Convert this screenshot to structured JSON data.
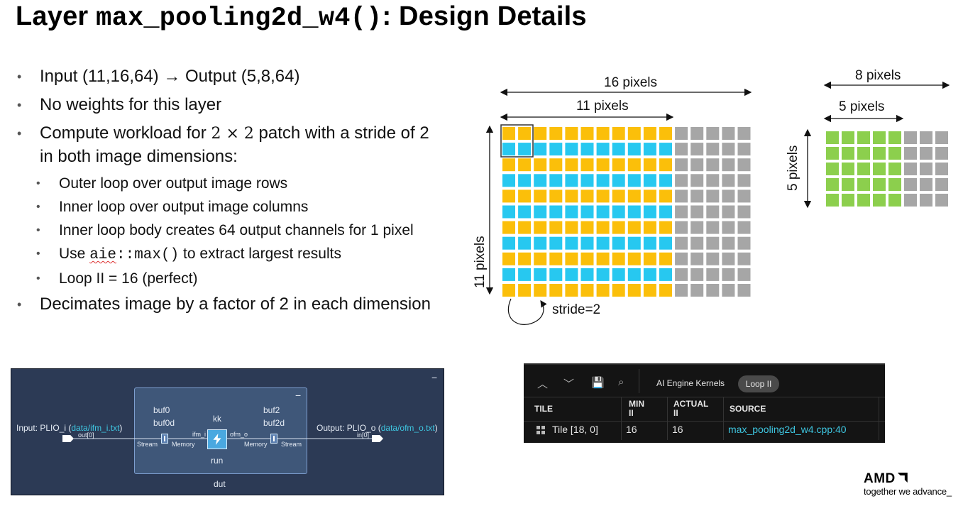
{
  "title": {
    "pre": "Layer ",
    "code": "max_pooling2d_w4()",
    "post": ": Design Details"
  },
  "bullets": {
    "b1": "Input (11,16,64) → Output (5,8,64)",
    "b2": "No weights for this layer",
    "b3_a": "Compute workload for ",
    "b3_math": "2 × 2",
    "b3_b": " patch with a stride of 2 in both image dimensions:",
    "s1": "Outer loop over output image rows",
    "s2": "Inner loop over output image columns",
    "s3": "Inner loop body creates 64 output channels for 1 pixel",
    "s4_a": "Use ",
    "s4_code_a": "aie",
    "s4_code_b": "::max()",
    "s4_b": " to extract largest results",
    "s5": "Loop II = 16 (perfect)",
    "b4": "Decimates image by a factor of 2 in each dimension"
  },
  "diagram": {
    "input_grid": {
      "rows": 11,
      "cols": 16,
      "active_cols": 11
    },
    "output_grid": {
      "rows": 5,
      "cols": 8,
      "active_cols": 5
    },
    "label_16": "16 pixels",
    "label_11_top": "11 pixels",
    "label_11_side": "11 pixels",
    "label_8": "8 pixels",
    "label_5_top": "5 pixels",
    "label_5_side": "5 pixels",
    "stride": "stride=2",
    "colors": {
      "yellow": "#fbbf0a",
      "cyan": "#27c8f0",
      "gray": "#a6a6a6",
      "green": "#8ccf4d"
    }
  },
  "graph": {
    "input_label": "Input: PLIO_i (",
    "input_file": "data/ifm_i.txt",
    "close_paren": ")",
    "out_port": "out[0]",
    "stream_l": "Stream",
    "memory_l": "Memory",
    "buf0": "buf0",
    "buf0d": "buf0d",
    "ifm": "ifm_i",
    "kernel": "kk",
    "run": "run",
    "ofm": "ofm_o",
    "buf2": "buf2",
    "buf2d": "buf2d",
    "memory_r": "Memory",
    "stream_r": "Stream",
    "output_label": "Output: PLIO_o (",
    "output_file": "data/ofm_o.txt",
    "close_paren2": ")",
    "in_port": "in[0]",
    "dut": "dut",
    "collapse": "−",
    "collapse2": "−"
  },
  "table": {
    "tab_kernels": "AI Engine Kernels",
    "chip": "Loop II",
    "headers": {
      "tile": "TILE",
      "min_a": "MIN",
      "min_b": "II",
      "actual_a": "ACTUAL",
      "actual_b": "II",
      "source": "SOURCE"
    },
    "row": {
      "tile": "Tile [18, 0]",
      "min": "16",
      "actual": "16",
      "source": "max_pooling2d_w4.cpp:40"
    }
  },
  "logo": {
    "brand": "AMD",
    "tagline": "together we advance_"
  }
}
